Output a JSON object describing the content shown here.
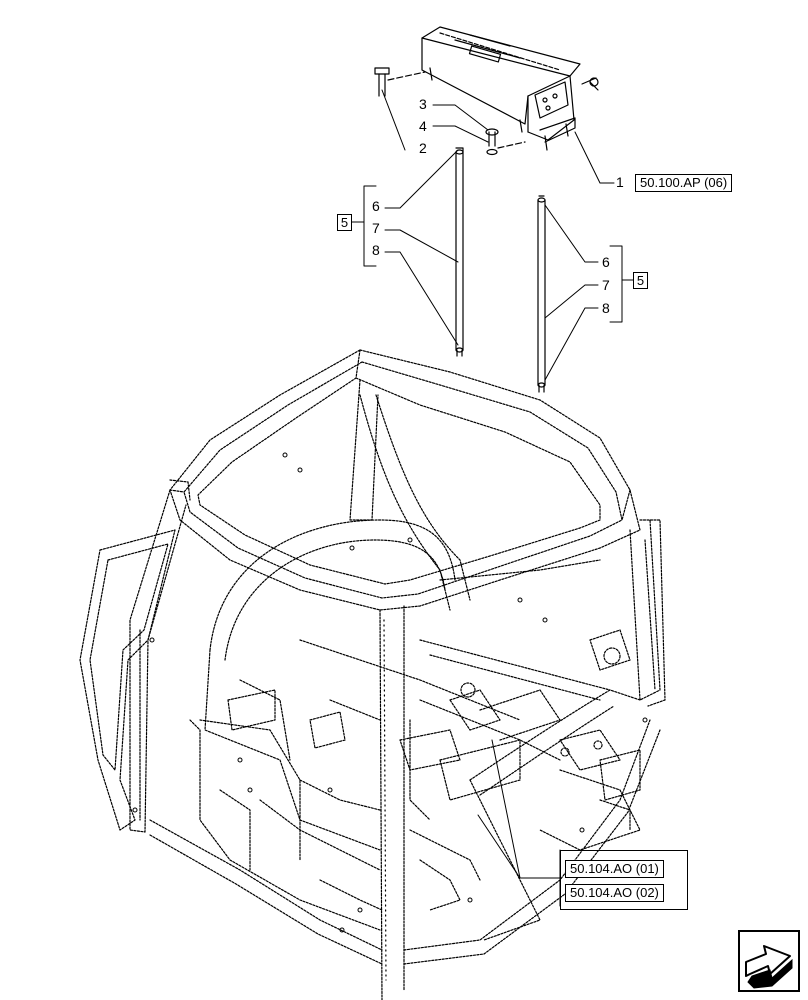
{
  "callouts": {
    "c1": "1",
    "c2": "2",
    "c3": "3",
    "c4": "4",
    "left_6": "6",
    "left_7": "7",
    "left_8": "8",
    "right_6": "6",
    "right_7": "7",
    "right_8": "8"
  },
  "group_boxes": {
    "left": "5",
    "right": "5"
  },
  "references": {
    "ap06": "50.100.AP (06)",
    "ao01": "50.104.AO (01)",
    "ao02": "50.104.AO (02)"
  },
  "nav_icon": "next-page-arrow-icon"
}
